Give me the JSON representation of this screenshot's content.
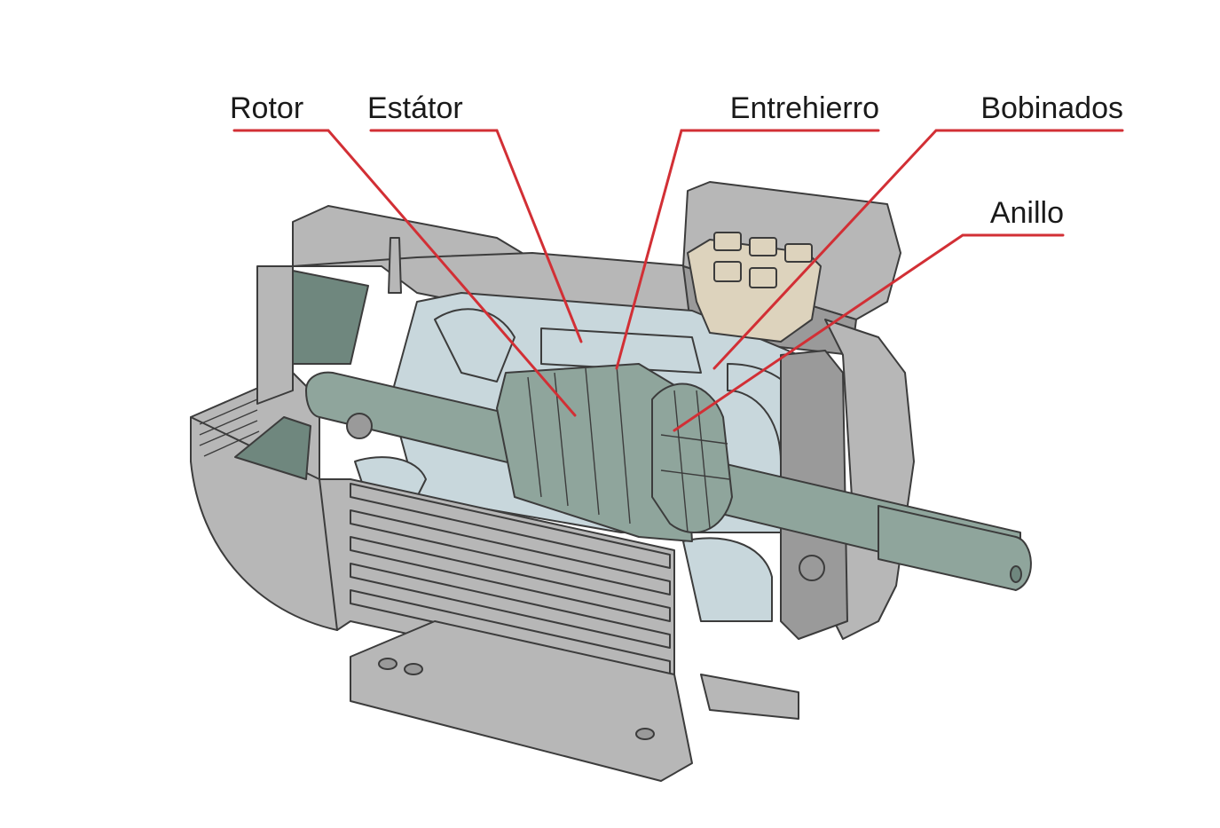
{
  "colors": {
    "leader": "#d22f35",
    "housing": "#b7b7b7",
    "housing_dark": "#9a9a9a",
    "rotor": "#8fa59c",
    "rotor_dark": "#6f877e",
    "stator": "#c8d7dc",
    "terminal": "#ddd3bd",
    "outline": "#3c3c3c"
  },
  "labels": {
    "rotor": "Rotor",
    "stator": "Estátor",
    "air_gap": "Entrehierro",
    "windings": "Bobinados",
    "ring": "Anillo"
  }
}
